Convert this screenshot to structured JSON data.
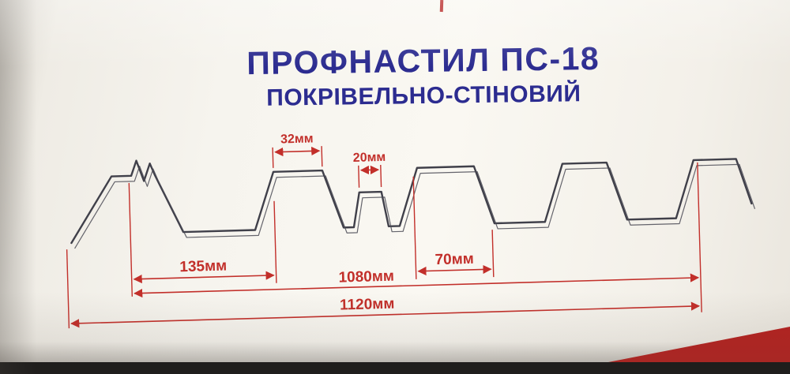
{
  "header": {
    "title": "ПРОФНАСТИЛ ПС-18",
    "subtitle": "ПОКРІВЕЛЬНО-СТІНОВИЙ"
  },
  "diagram": {
    "dim_top_flange": "32мм",
    "dim_rib": "20мм",
    "dim_module": "135мм",
    "dim_crest_base": "70мм",
    "dim_working_width": "1080мм",
    "dim_overall_width": "1120мм"
  },
  "colors": {
    "title_blue": "#2c2c90",
    "dimension_red": "#c22f2a",
    "profile_stroke": "#40404a",
    "paper": "#f6f4ee",
    "accent_red_area": "#b5211f"
  }
}
